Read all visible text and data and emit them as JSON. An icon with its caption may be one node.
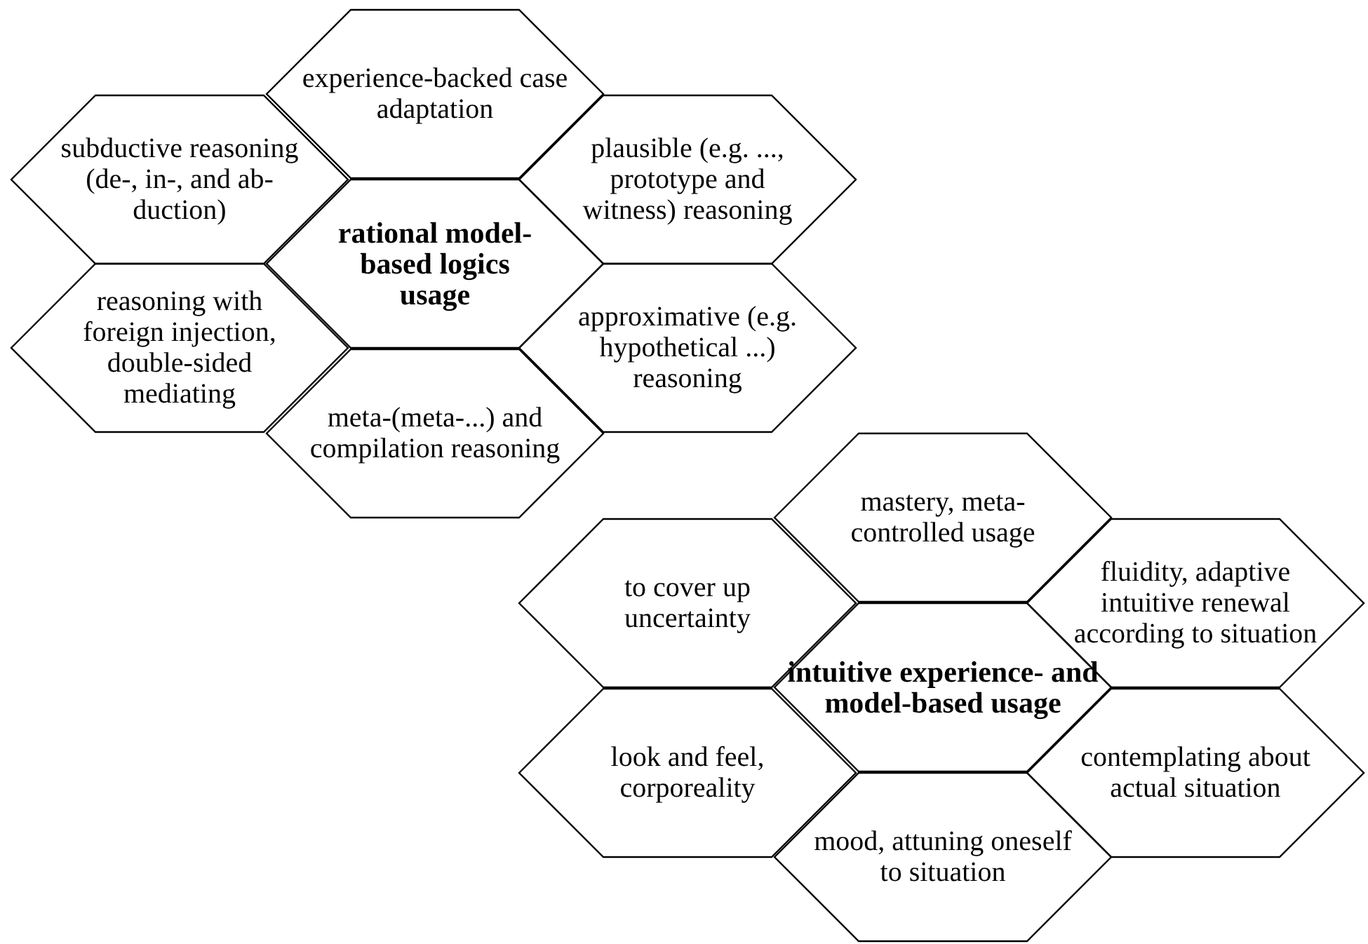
{
  "diagram": {
    "nodes": [
      {
        "text": [
          "experience-backed case adaptation"
        ]
      },
      {
        "text": [
          "subductive reasoning (de-, in-, and ab-duction)"
        ]
      },
      {
        "text": [
          "plausible (e.g. ..., prototype and witness) reasoning"
        ]
      },
      {
        "text": [
          "rational model-based logics usage"
        ]
      },
      {
        "text": [
          "reasoning with foreign injection, double-sided mediating"
        ]
      },
      {
        "text": [
          "approximative (e.g. hypothetical ...) reasoning"
        ]
      },
      {
        "text": [
          "meta-(meta-...) and compilation reasoning"
        ]
      },
      {
        "text": [
          "mastery, meta-controlled usage"
        ]
      },
      {
        "text": [
          "to cover up uncertainty"
        ]
      },
      {
        "text": [
          "fluidity, adaptive intuitive renewal according to situation"
        ]
      },
      {
        "text": [
          "intuitive experience- and model-based usage"
        ]
      },
      {
        "text": [
          "look and feel, corporeality"
        ]
      },
      {
        "text": [
          "contemplating about actual situation"
        ]
      },
      {
        "text": [
          "mood, attuning oneself to situation"
        ]
      }
    ]
  }
}
